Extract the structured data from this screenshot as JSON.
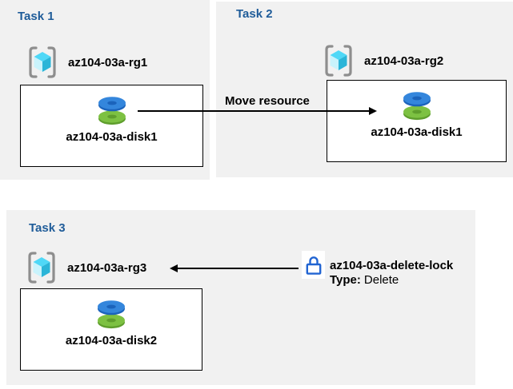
{
  "colors": {
    "panel_bg": "#f1f1f1",
    "title_blue": "#1f5c99",
    "ink": "#000000",
    "box_bg": "#ffffff",
    "bracket_gray": "#8e8e8e",
    "cube_top": "#4fd8f7",
    "cube_left": "#c9f3fc",
    "cube_right": "#2bb5d8",
    "disk_blue": "#3486dc",
    "disk_blue_dark": "#1b63bb",
    "disk_green": "#7dc142",
    "disk_green_dark": "#5f9e2d",
    "lock_blue": "#2164d2",
    "arrow_ink": "#000000"
  },
  "tasks": [
    {
      "title": "Task 1",
      "resource_group": "az104-03a-rg1",
      "disk": "az104-03a-disk1"
    },
    {
      "title": "Task 2",
      "resource_group": "az104-03a-rg2",
      "disk": "az104-03a-disk1"
    },
    {
      "title": "Task 3",
      "resource_group": "az104-03a-rg3",
      "disk": "az104-03a-disk2"
    }
  ],
  "move_arrow": {
    "label": "Move resource"
  },
  "lock": {
    "name": "az104-03a-delete-lock",
    "type_label": "Type:",
    "type_value": "Delete"
  }
}
